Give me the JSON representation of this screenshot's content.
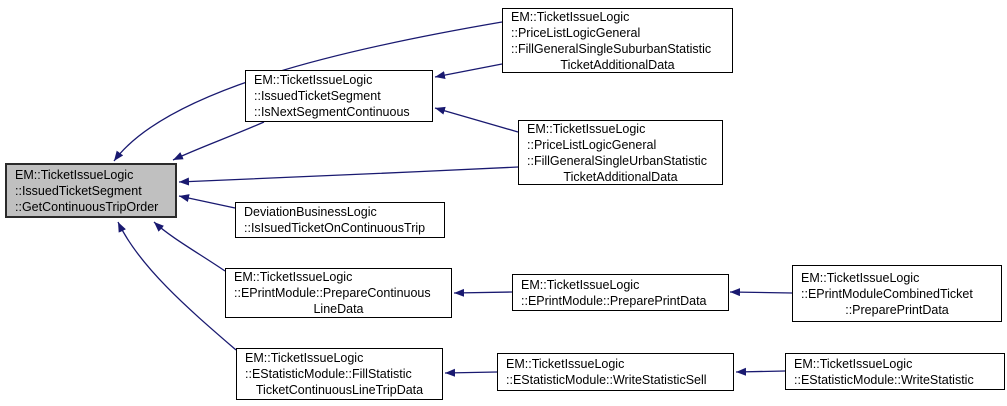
{
  "diagram": {
    "type": "call-graph",
    "background_color": "#ffffff",
    "edge_color": "#191970",
    "highlight_fill": "#c0c0c0",
    "nodes": {
      "main": {
        "lines": [
          "EM::TicketIssueLogic",
          "::IssuedTicketSegment",
          "::GetContinuousTripOrder"
        ],
        "highlighted": true
      },
      "isNext": {
        "lines": [
          "EM::TicketIssueLogic",
          "::IssuedTicketSegment",
          "::IsNextSegmentContinuous"
        ]
      },
      "suburban": {
        "lines": [
          "EM::TicketIssueLogic",
          "::PriceListLogicGeneral",
          "::FillGeneralSingleSuburbanStatistic",
          "TicketAdditionalData"
        ]
      },
      "urban": {
        "lines": [
          "EM::TicketIssueLogic",
          "::PriceListLogicGeneral",
          "::FillGeneralSingleUrbanStatistic",
          "TicketAdditionalData"
        ]
      },
      "deviation": {
        "lines": [
          "DeviationBusinessLogic",
          "::IsIsuedTicketOnContinuousTrip"
        ]
      },
      "prepareCont": {
        "lines": [
          "EM::TicketIssueLogic",
          "::EPrintModule::PrepareContinuous",
          "LineData"
        ]
      },
      "preparePrint": {
        "lines": [
          "EM::TicketIssueLogic",
          "::EPrintModule::PreparePrintData"
        ]
      },
      "combined": {
        "lines": [
          "EM::TicketIssueLogic",
          "::EPrintModuleCombinedTicket",
          "::PreparePrintData"
        ]
      },
      "fillStat": {
        "lines": [
          "EM::TicketIssueLogic",
          "::EStatisticModule::FillStatistic",
          "TicketContinuousLineTripData"
        ]
      },
      "writeSell": {
        "lines": [
          "EM::TicketIssueLogic",
          "::EStatisticModule::WriteStatisticSell"
        ]
      },
      "writeStat": {
        "lines": [
          "EM::TicketIssueLogic",
          "::EStatisticModule::WriteStatistic"
        ]
      }
    },
    "edges": [
      {
        "from": "suburban",
        "to": "main"
      },
      {
        "from": "suburban",
        "to": "isNext"
      },
      {
        "from": "isNext",
        "to": "main"
      },
      {
        "from": "urban",
        "to": "isNext"
      },
      {
        "from": "urban",
        "to": "main"
      },
      {
        "from": "deviation",
        "to": "main"
      },
      {
        "from": "prepareCont",
        "to": "main"
      },
      {
        "from": "preparePrint",
        "to": "prepareCont"
      },
      {
        "from": "combined",
        "to": "preparePrint"
      },
      {
        "from": "fillStat",
        "to": "main"
      },
      {
        "from": "writeSell",
        "to": "fillStat"
      },
      {
        "from": "writeStat",
        "to": "writeSell"
      }
    ]
  }
}
